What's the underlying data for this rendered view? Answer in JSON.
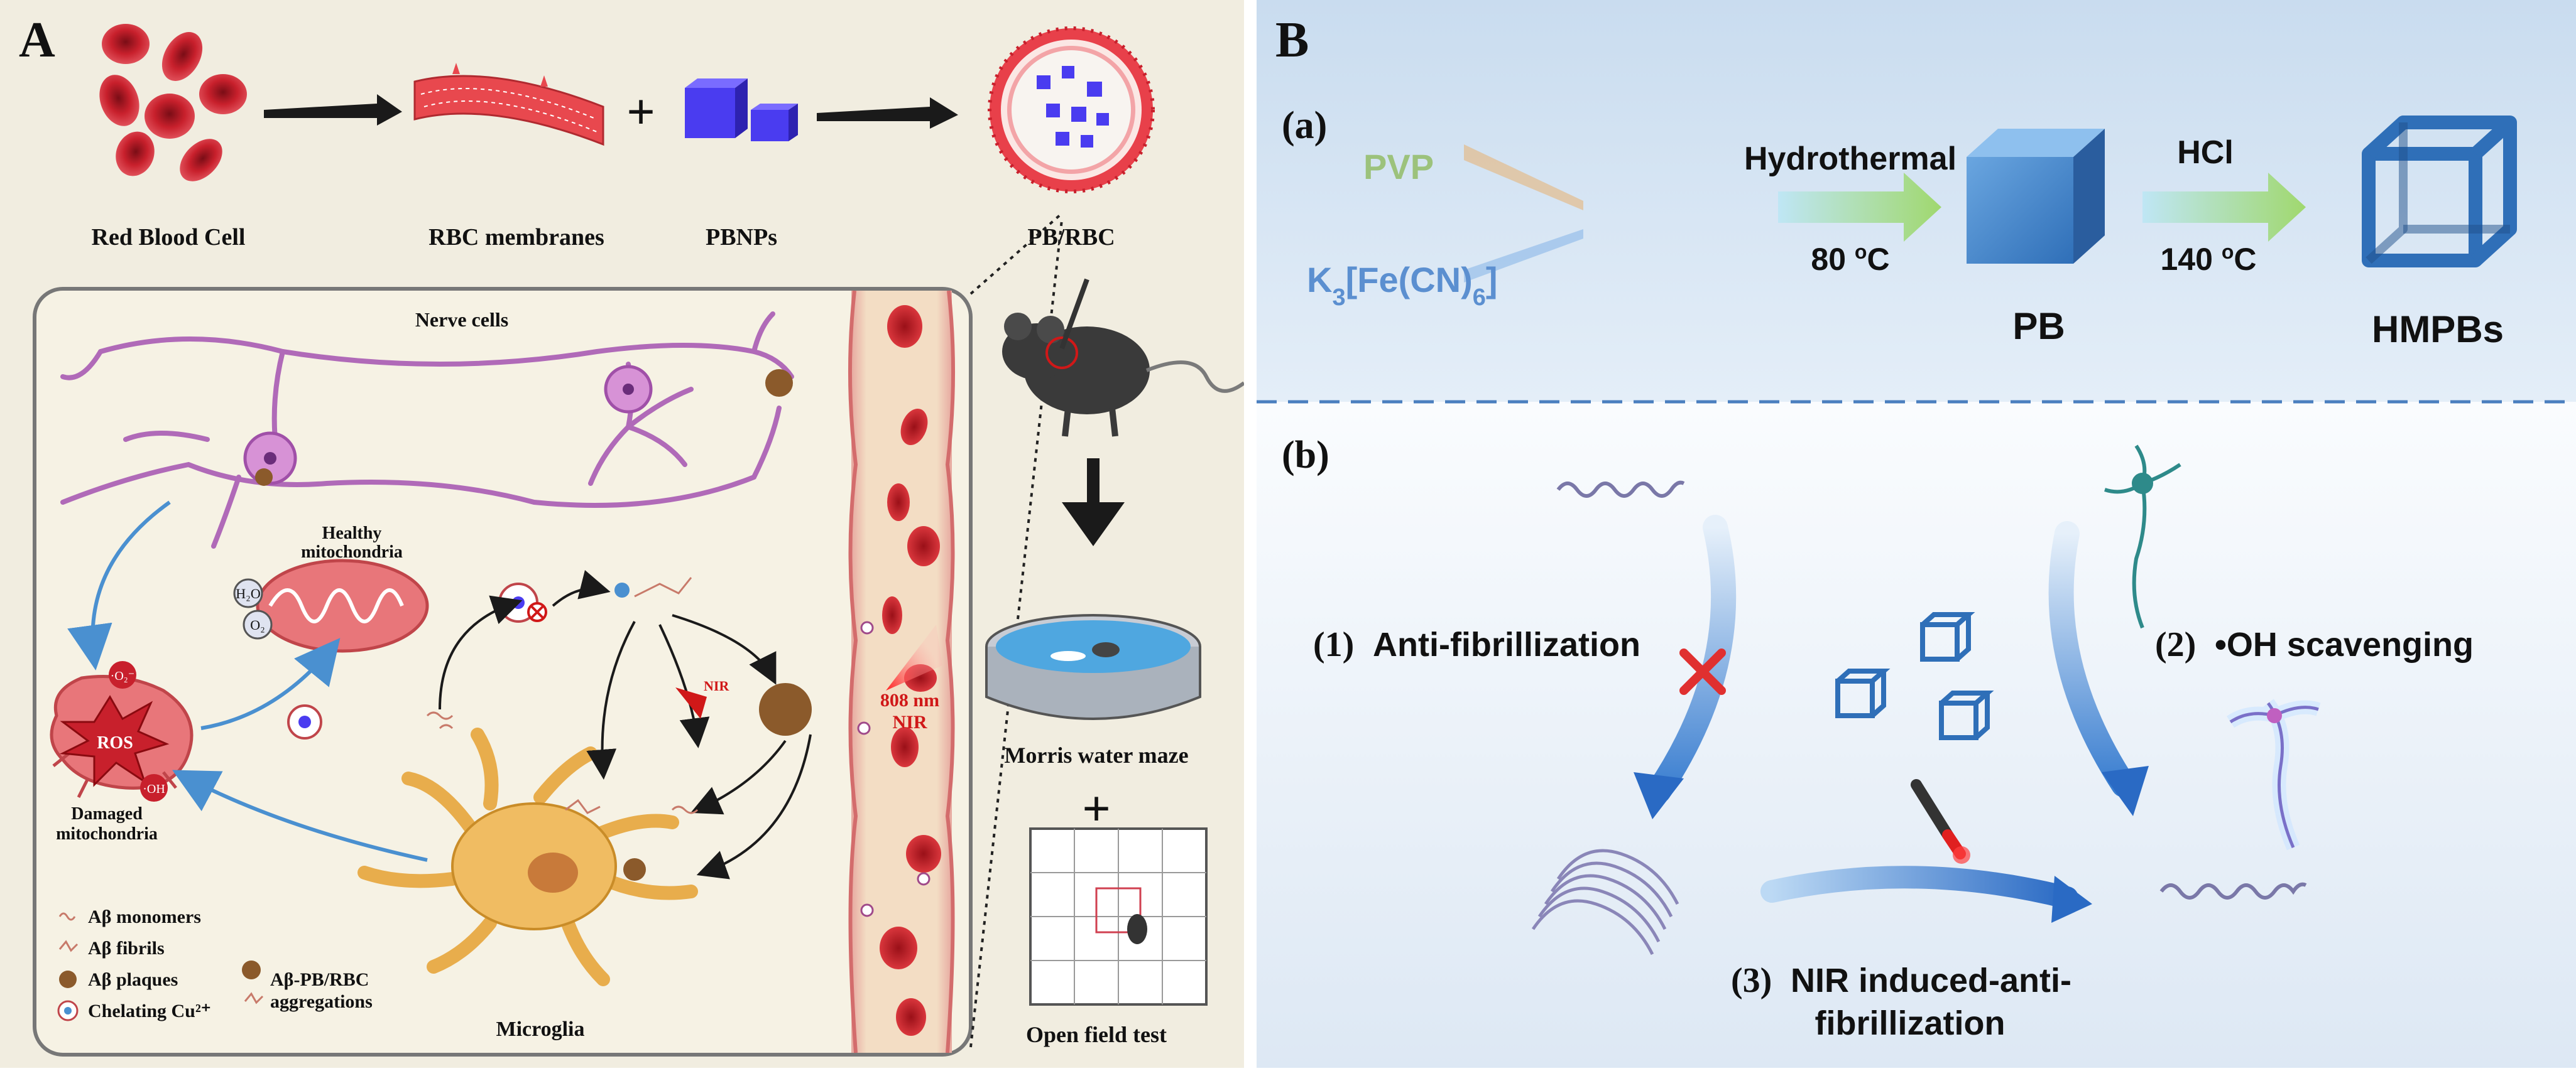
{
  "panel_a": {
    "letter": "A",
    "top_labels": {
      "rbc": "Red Blood Cell",
      "membranes": "RBC membranes",
      "pbnps": "PBNPs",
      "pbrbc": "PB/RBC"
    },
    "plus": "+",
    "nerve_cells": "Nerve cells",
    "healthy_mito": [
      "Healthy",
      "mitochondria"
    ],
    "damaged_mito": [
      "Damaged",
      "mitochondria"
    ],
    "ros": "ROS",
    "o2_radical": "·O₂⁻",
    "oh_radical": "·OH",
    "h2o": "H₂O",
    "o2": "O₂",
    "nir_small": "NIR",
    "nir_big": [
      "808 nm",
      "NIR"
    ],
    "microglia": "Microglia",
    "legend": [
      "Aβ monomers",
      "Aβ fibrils",
      "Aβ plaques",
      "Chelating Cu²⁺"
    ],
    "legend_agg": [
      "Aβ-PB/RBC",
      "aggregations"
    ],
    "morris": "Morris water maze",
    "open_field": "Open field test",
    "plus2": "+"
  },
  "panel_b": {
    "letter": "B",
    "a_label": "(a)",
    "b_label": "(b)",
    "pvp": "PVP",
    "k3_main": "K",
    "k3_sub1": "3",
    "k3_mid": "[Fe(CN)",
    "k3_sub2": "6",
    "k3_end": "]",
    "hydrothermal": "Hydrothermal",
    "temp1": "80 ",
    "temp1_sup": "o",
    "temp1_unit": "C",
    "hcl": "HCl",
    "temp2": "140 ",
    "temp2_sup": "o",
    "temp2_unit": "C",
    "pb": "PB",
    "hmpbs": "HMPBs",
    "step1_num": "(1)",
    "step1_text": "Anti-fibrillization",
    "step2_num": "(2)",
    "step2_text": "•OH scavenging",
    "step3_num": "(3)",
    "step3_line1": "NIR induced-anti-",
    "step3_line2": "fibrillization"
  },
  "colors": {
    "panel_a_bg": "#f1ede0",
    "rbc_red": "#c8202c",
    "pb_blue": "#4a3cf0",
    "neuron_purple": "#b06ab8",
    "microglia_orange": "#e8ad4c",
    "panel_b_top_bg": "#dde9f5",
    "panel_b_bottom_bg": "#f3f7fb",
    "pvp_green": "#9cc27c",
    "k3_blue": "#5b8fd0",
    "cube_blue": "#4a86c8",
    "arrow_green": "#a3d47a",
    "arrow_blue": "#2f6fc0"
  }
}
